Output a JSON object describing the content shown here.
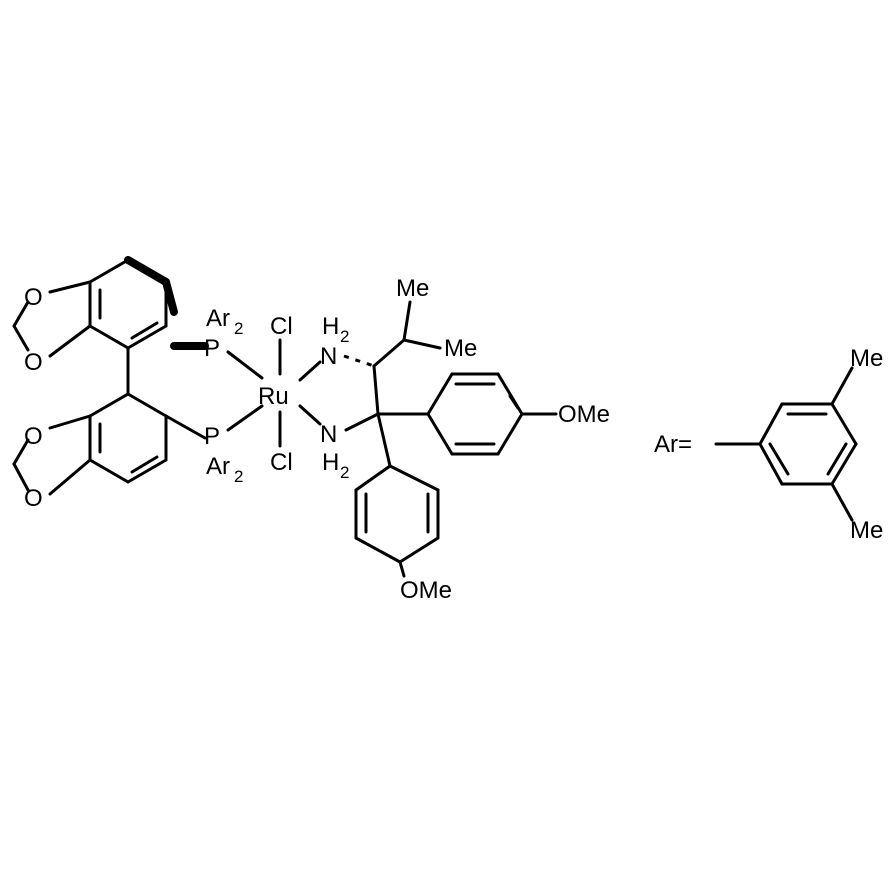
{
  "atoms": {
    "o1": "O",
    "o2": "O",
    "o3": "O",
    "o4": "O",
    "p_top": "P",
    "p_bot": "P",
    "ar_top": "Ar",
    "ar_top_sub": "2",
    "ar_bot": "Ar",
    "ar_bot_sub": "2",
    "ru": "Ru",
    "cl_top": "Cl",
    "cl_bot": "Cl",
    "n_top": "N",
    "n_bot": "N",
    "h2_top": "H",
    "h2_top_sub": "2",
    "h2_bot": "H",
    "h2_bot_sub": "2",
    "me_1": "Me",
    "me_2": "Me",
    "ome_1": "OMe",
    "ome_2": "OMe",
    "ar_def": "Ar=",
    "me_3": "Me",
    "me_4": "Me"
  }
}
